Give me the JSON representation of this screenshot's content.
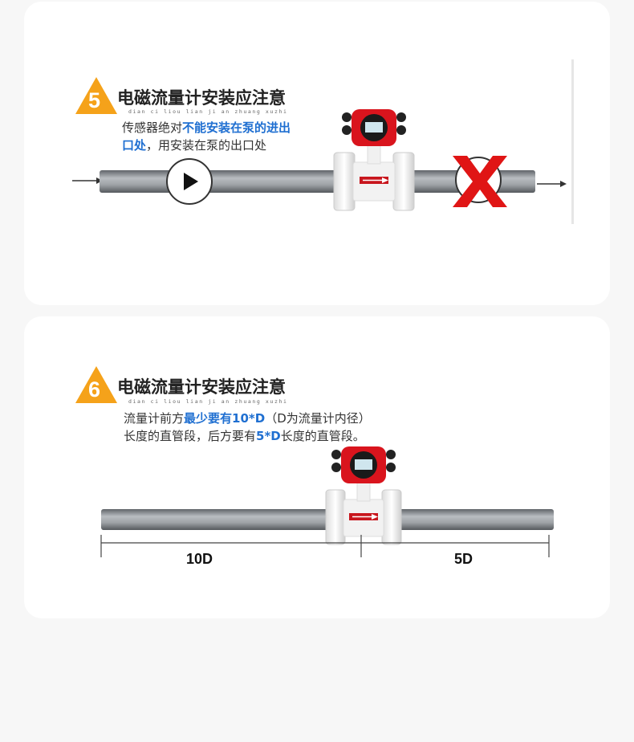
{
  "section5": {
    "number": "5",
    "title": "电磁流量计安装应注意",
    "pinyin": "dian ci liou lian ji an zhuang xuzhi",
    "desc": {
      "line1_pre": "传感器绝对",
      "line1_hl": "不能安装在泵的进出",
      "line2_hl": "口处",
      "line2_post": "，用安装在泵的出口处"
    }
  },
  "section6": {
    "number": "6",
    "title": "电磁流量计安装应注意",
    "pinyin": "dian ci liou lian ji an zhuang xuzhi",
    "desc": {
      "line1_pre": "流量计前方",
      "line1_hl": "最少要有10*D",
      "line1_post": "（D为流量计内径）",
      "line2_pre": "长度的直管段，后方要有",
      "line2_hl": "5*D",
      "line2_post": "长度的直管段。"
    },
    "dim_upstream": "10D",
    "dim_downstream": "5D"
  },
  "colors": {
    "badge": "#f5a21a",
    "highlight": "#1f6fd1",
    "cross": "#e01515",
    "pipe": "#8a8f95",
    "meter_red": "#d9141d"
  }
}
